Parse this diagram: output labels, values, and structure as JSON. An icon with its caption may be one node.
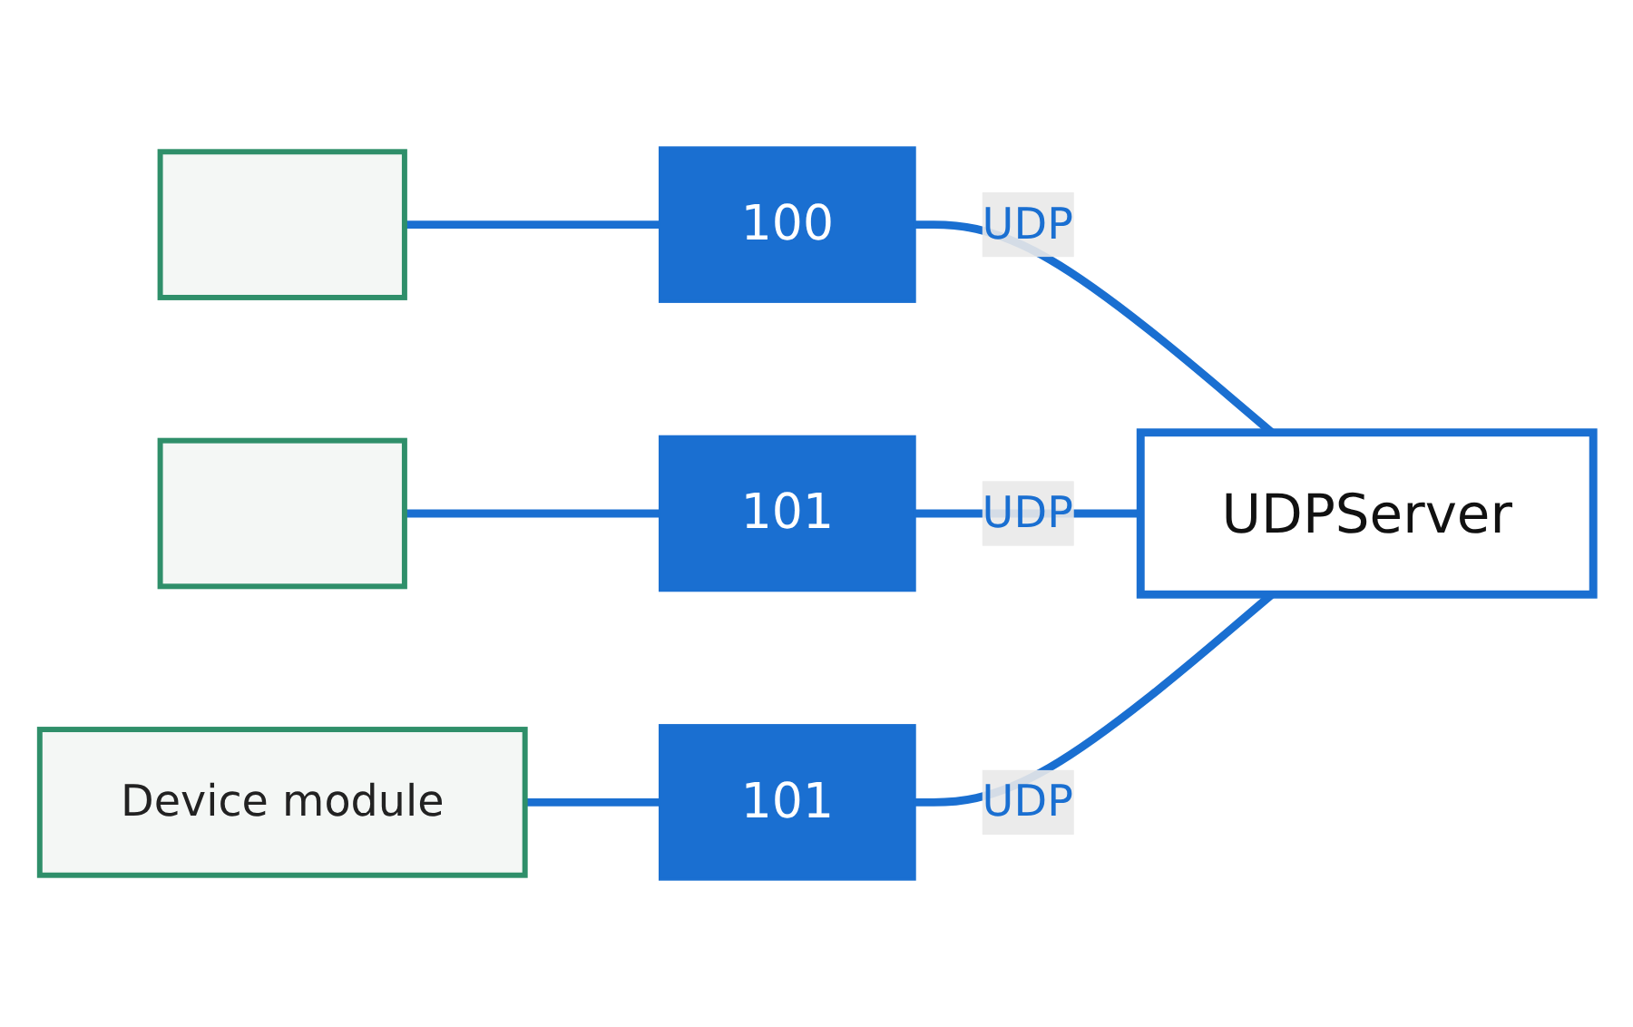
{
  "diagram": {
    "nodes": [
      {
        "text": [],
        "shape": "box"
      },
      {
        "text": [
          "100"
        ],
        "beside": [
          "UDP"
        ]
      },
      {
        "text": [],
        "shape": "box"
      },
      {
        "text": [
          "101"
        ],
        "beside": [
          "UDP"
        ]
      },
      {
        "text": [
          "Device module"
        ]
      },
      {
        "text": [
          "101"
        ],
        "beside": [
          "UDP"
        ]
      },
      {
        "text": [
          "UDPServer"
        ]
      }
    ],
    "edges": [
      {
        "from": 0,
        "to": 1,
        "arrow": "none"
      },
      {
        "from": 1,
        "to": 6,
        "arrow": "none"
      },
      {
        "from": 2,
        "to": 3,
        "arrow": "none"
      },
      {
        "from": 3,
        "to": 6,
        "arrow": "none"
      },
      {
        "from": 4,
        "to": 5,
        "arrow": "none"
      },
      {
        "from": 5,
        "to": 6,
        "arrow": "none"
      }
    ]
  }
}
